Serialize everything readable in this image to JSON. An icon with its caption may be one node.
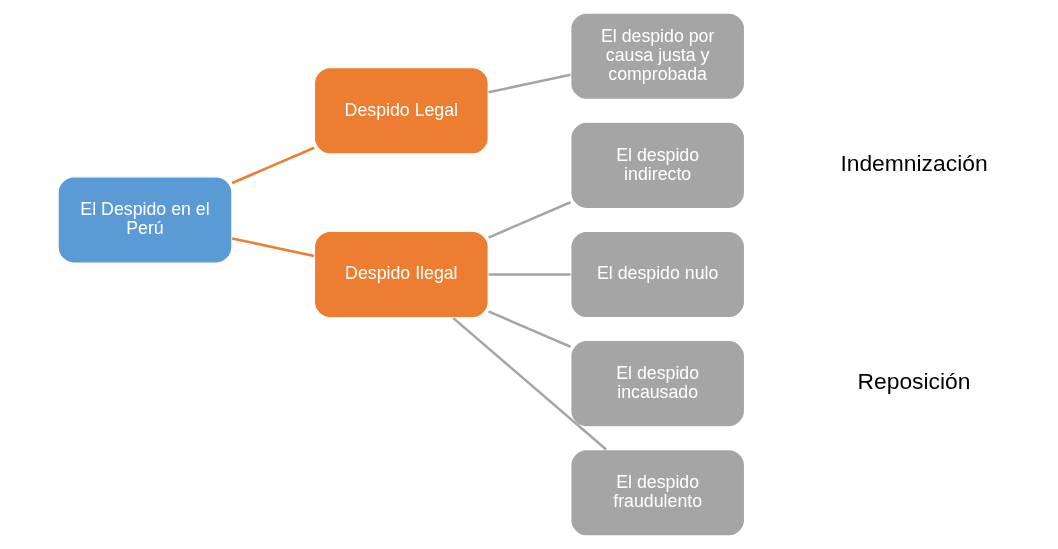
{
  "diagram": {
    "nodes": [
      {
        "text": [
          "El Despido en el Perú"
        ]
      },
      {
        "text": [
          "Despido Legal"
        ]
      },
      {
        "text": [
          "Despido Ilegal"
        ]
      },
      {
        "text": [
          "El despido por causa justa y comprobada"
        ]
      },
      {
        "text": [
          "El despido indirecto"
        ]
      },
      {
        "text": [
          "El despido nulo"
        ]
      },
      {
        "text": [
          "El despido incausado"
        ]
      },
      {
        "text": [
          "El despido fraudulento"
        ]
      }
    ],
    "edges": [
      {
        "from": 0,
        "to": 1,
        "arrow": "none",
        "color": "#ed7d31"
      },
      {
        "from": 0,
        "to": 2,
        "arrow": "none",
        "color": "#ed7d31"
      },
      {
        "from": 1,
        "to": 3,
        "arrow": "none"
      },
      {
        "from": 2,
        "to": 4,
        "arrow": "none"
      },
      {
        "from": 2,
        "to": 5,
        "arrow": "none"
      },
      {
        "from": 2,
        "to": 6,
        "arrow": "none"
      },
      {
        "from": 2,
        "to": 7,
        "arrow": "none"
      }
    ],
    "labels": [
      "Indemnización",
      "Reposición"
    ]
  }
}
